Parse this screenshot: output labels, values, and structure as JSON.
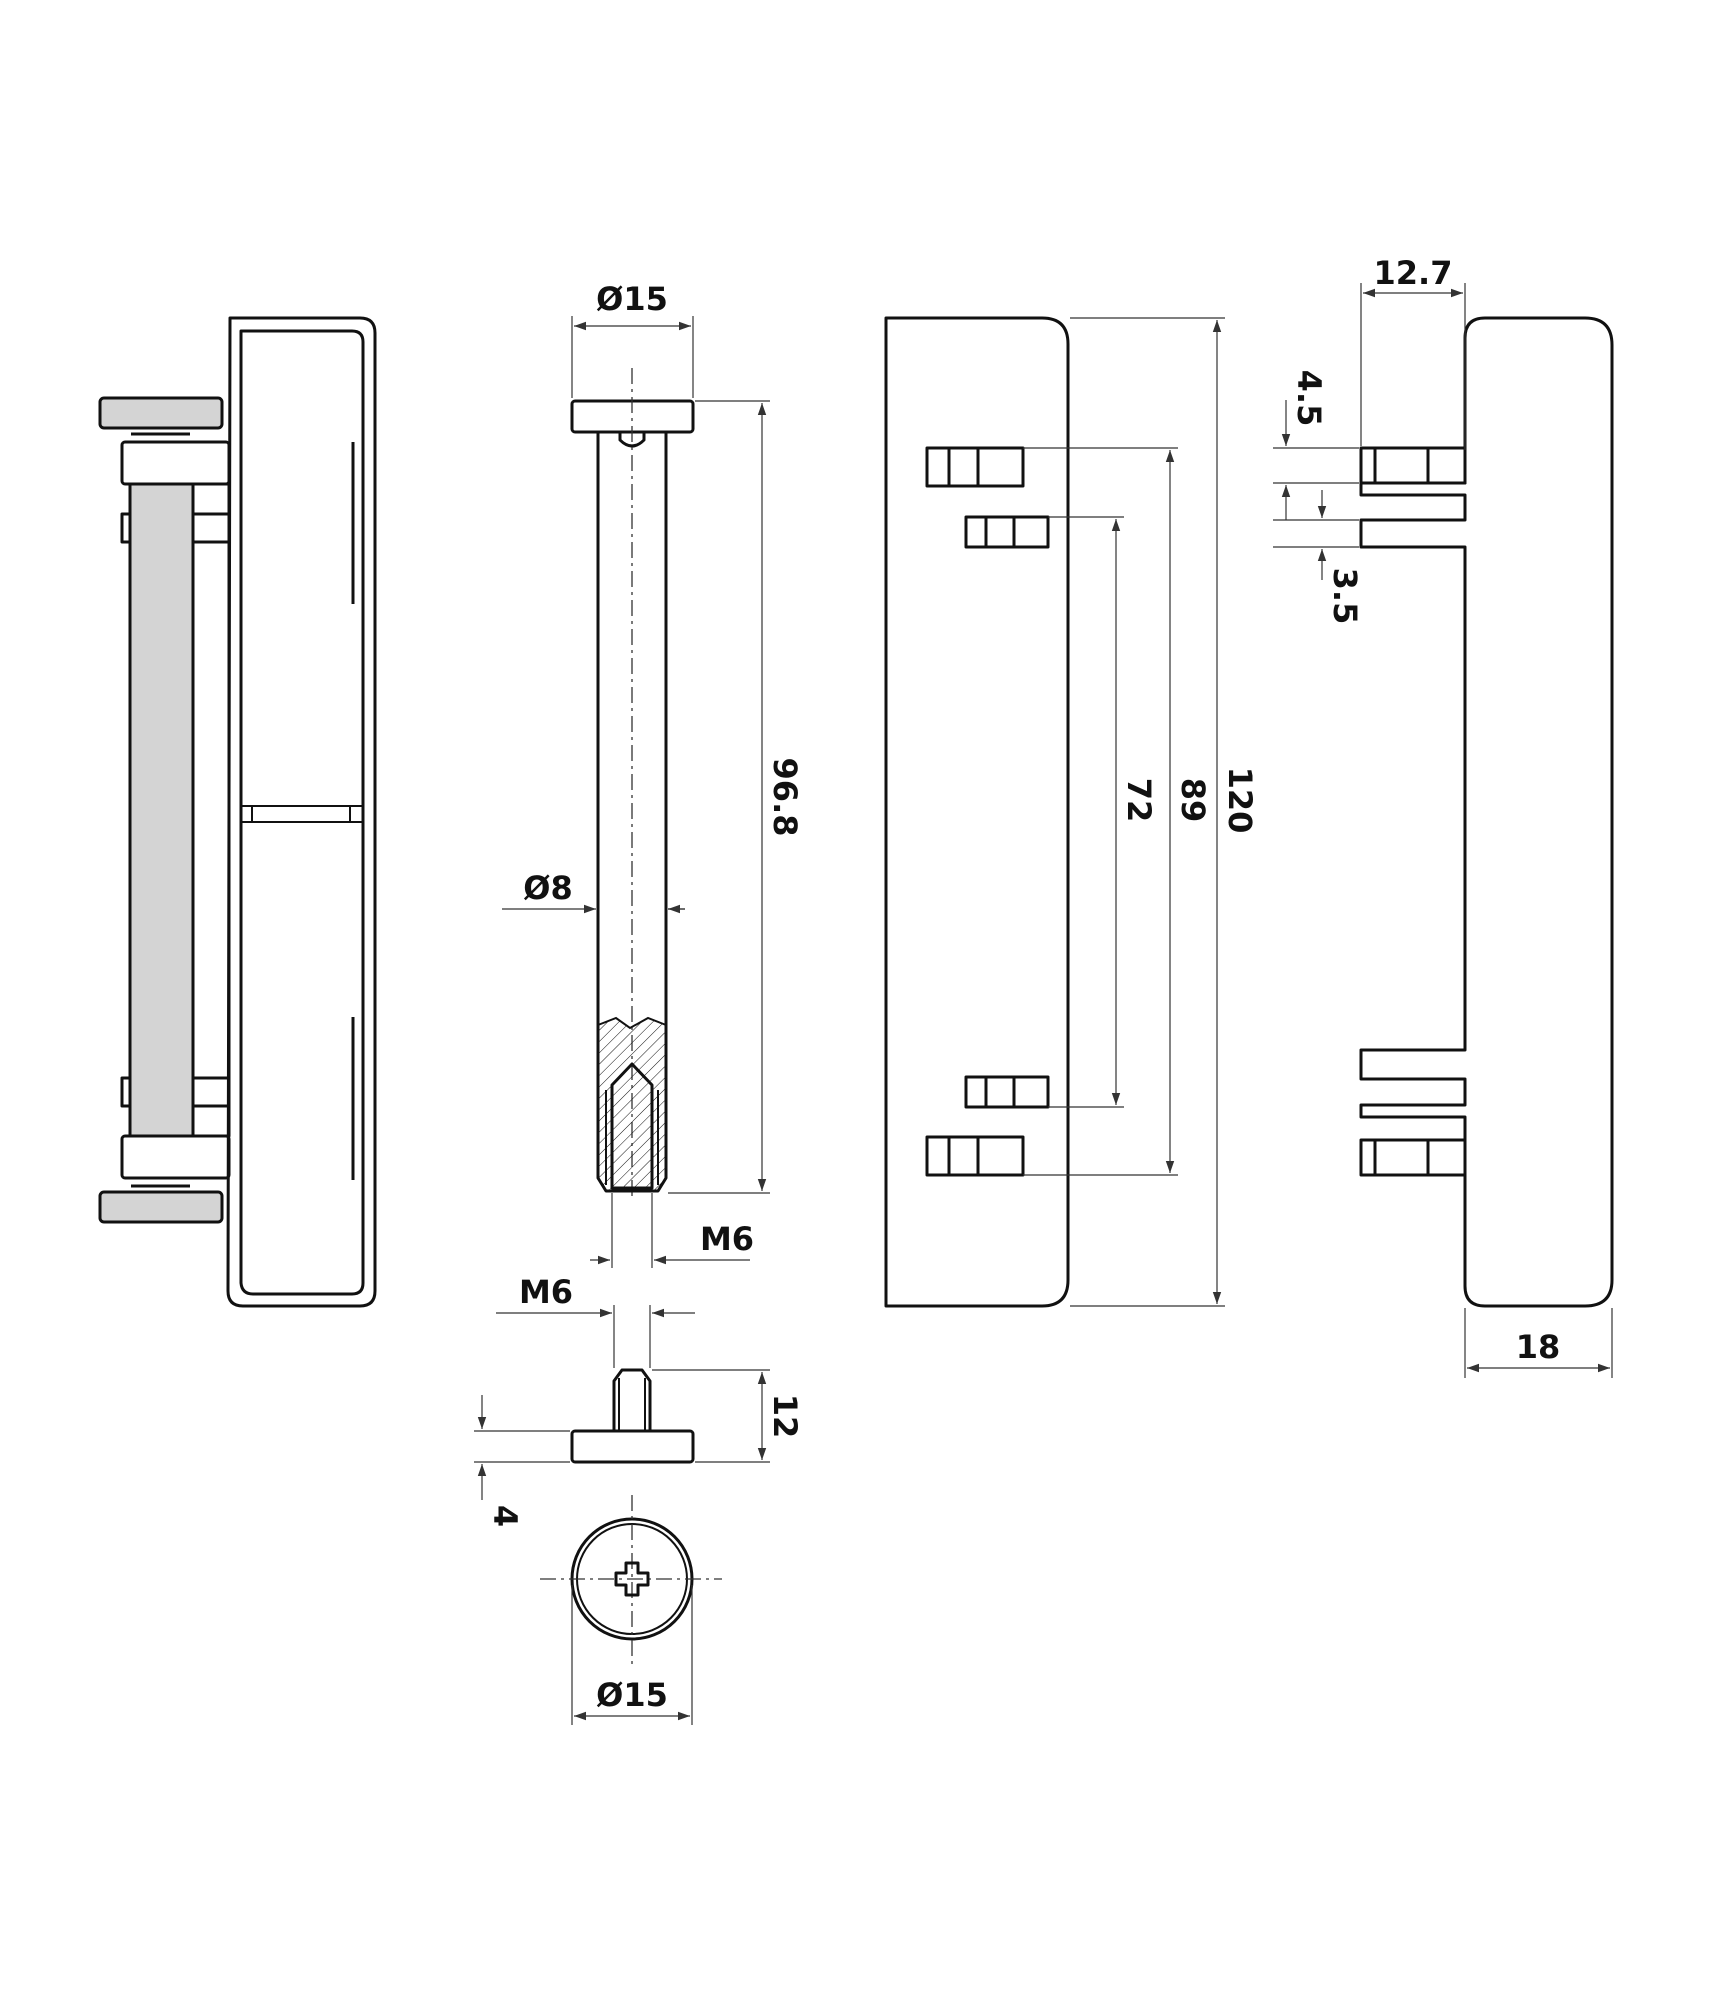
{
  "dimensions": {
    "pin_head_diameter": "Ø15",
    "pin_length": "96.8",
    "pin_shaft_diameter": "Ø8",
    "pin_thread": "M6",
    "screw_thread": "M6",
    "screw_length": "12",
    "screw_head_height": "4",
    "screw_head_diameter": "Ø15",
    "inner_spacing": "72",
    "outer_spacing": "89",
    "overall_height": "120",
    "tab_offset": "12.7",
    "tab_height": "4.5",
    "tab_gap": "3.5",
    "body_depth": "18"
  },
  "colors": {
    "line": "#111111",
    "dimension_line": "#333333",
    "shaded_part": "#d4d4d4",
    "background": "#ffffff"
  }
}
